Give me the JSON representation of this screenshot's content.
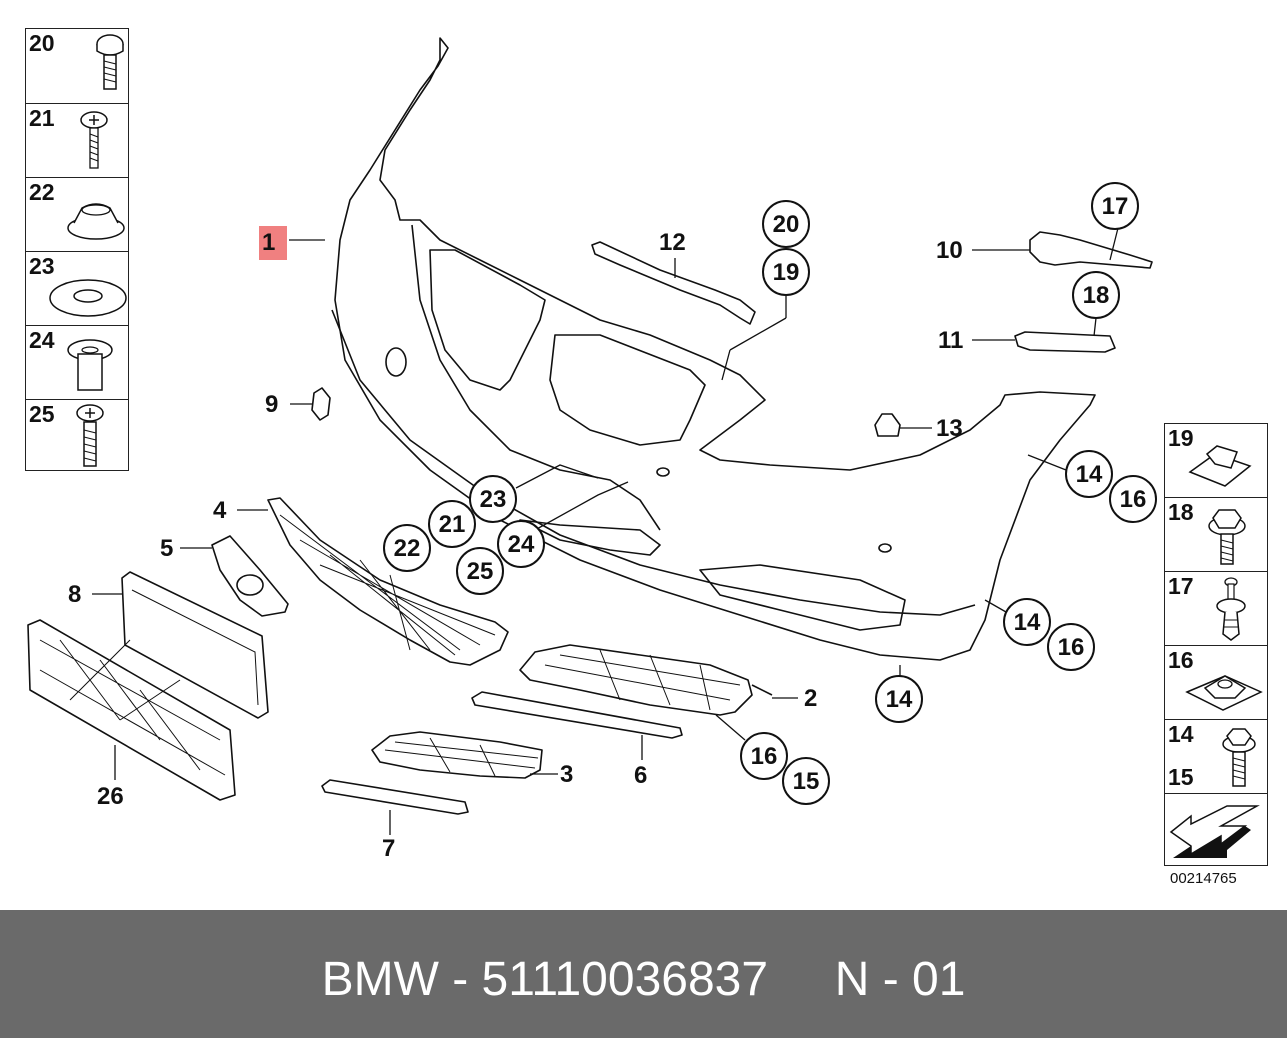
{
  "diagram": {
    "main_labels": [
      {
        "id": "1",
        "text": "1"
      },
      {
        "id": "2",
        "text": "2"
      },
      {
        "id": "3",
        "text": "3"
      },
      {
        "id": "4",
        "text": "4"
      },
      {
        "id": "5",
        "text": "5"
      },
      {
        "id": "6",
        "text": "6"
      },
      {
        "id": "7",
        "text": "7"
      },
      {
        "id": "8",
        "text": "8"
      },
      {
        "id": "9",
        "text": "9"
      },
      {
        "id": "10",
        "text": "10"
      },
      {
        "id": "11",
        "text": "11"
      },
      {
        "id": "12",
        "text": "12"
      },
      {
        "id": "13",
        "text": "13"
      },
      {
        "id": "26",
        "text": "26"
      }
    ],
    "circle_labels": [
      "20",
      "19",
      "17",
      "18",
      "23",
      "21",
      "24",
      "22",
      "25",
      "14",
      "16",
      "14",
      "16",
      "14",
      "16",
      "15"
    ],
    "highlight_color": "#f08080",
    "ref_code": "00214765"
  },
  "left_legend": [
    {
      "num": "20"
    },
    {
      "num": "21"
    },
    {
      "num": "22"
    },
    {
      "num": "23"
    },
    {
      "num": "24"
    },
    {
      "num": "25"
    }
  ],
  "right_legend": [
    {
      "num": "19"
    },
    {
      "num": "18"
    },
    {
      "num": "17"
    },
    {
      "num": "16"
    },
    {
      "num": "14",
      "num2": "15"
    }
  ],
  "footer": {
    "text": "BMW - 51110036837     N - 01"
  }
}
